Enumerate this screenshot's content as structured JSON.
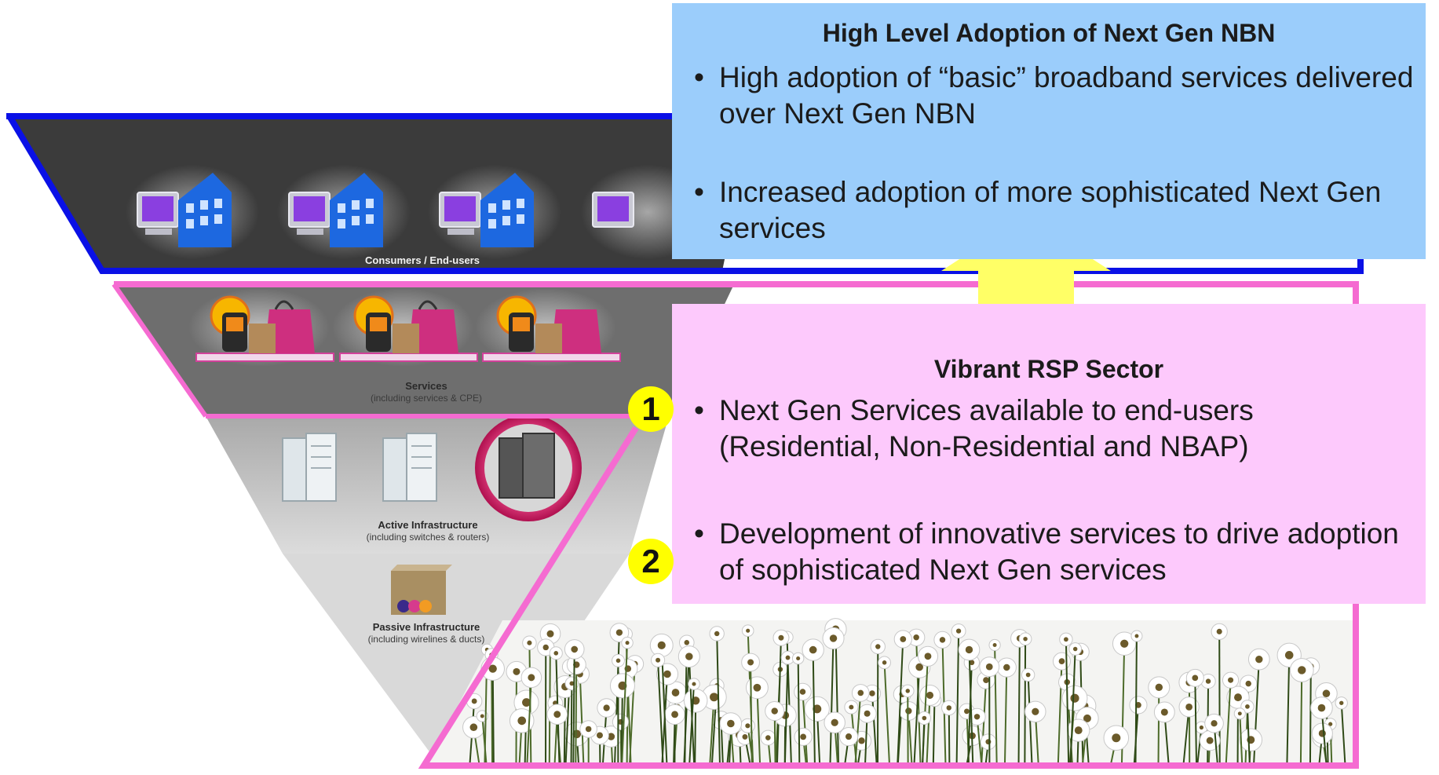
{
  "pyramid": {
    "layers": [
      {
        "label": "Consumers / End-users",
        "sub": ""
      },
      {
        "label": "Services",
        "sub": "(including services & CPE)"
      },
      {
        "label": "Active Infrastructure",
        "sub": "(including switches & routers)"
      },
      {
        "label": "Passive Infrastructure",
        "sub": "(including wirelines & ducts)"
      }
    ]
  },
  "top_callout": {
    "title": "High Level Adoption of Next Gen NBN",
    "bullets": [
      "High adoption of “basic” broadband services delivered over Next Gen NBN",
      "Increased adoption of more sophisticated Next Gen services"
    ]
  },
  "rsp_callout": {
    "title": "Vibrant RSP Sector",
    "bullets": [
      "Next Gen Services available to end-users (Residential, Non-Residential and NBAP)",
      "Development of innovative services to drive adoption of sophisticated Next Gen services"
    ]
  },
  "markers": [
    "1",
    "2"
  ],
  "bullet_glyph": "•",
  "colors": {
    "blue_frame": "#0a10e6",
    "pink_frame": "#f56bd1",
    "blue_callout": "#9bcdfb",
    "pink_callout": "#fdc9fc",
    "arrow": "#ffff66",
    "badge": "#ffff00",
    "top_band": "#3b3b3b",
    "services_band": "#6e6e6e",
    "infra_band": "#bdbdbd"
  },
  "icons": [
    "computer-building-icon",
    "mobile-shopping-icon",
    "server-rack-icon",
    "duct-box-icon",
    "daisy-field-image"
  ]
}
